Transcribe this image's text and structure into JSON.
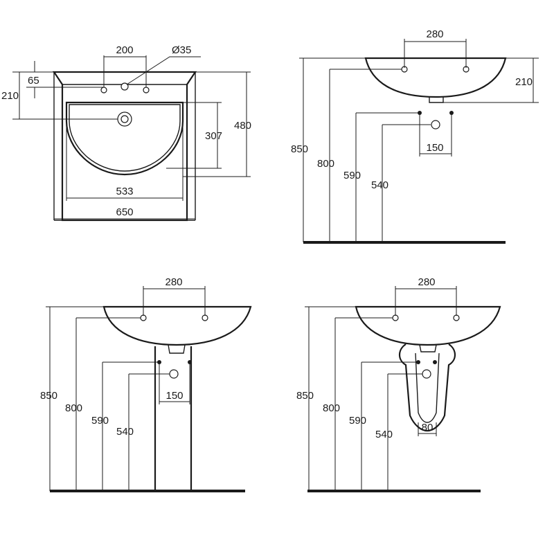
{
  "top_view": {
    "tap_spacing": "200",
    "hole_diameter": "Ø35",
    "rear_to_tap": "65",
    "rear_to_waste": "210",
    "bowl_depth": "307",
    "overall_depth": "480",
    "bowl_width": "533",
    "overall_width": "650"
  },
  "side_view": {
    "tap_spacing": "280",
    "basin_height": "210",
    "rim_height": "850",
    "mount_height": "800",
    "waste_height": "590",
    "trap_height": "540",
    "waste_spacing": "150"
  },
  "pedestal_view": {
    "tap_spacing": "280",
    "rim_height": "850",
    "mount_height": "800",
    "waste_height": "590",
    "trap_height": "540",
    "waste_spacing": "150"
  },
  "semi_pedestal_view": {
    "tap_spacing": "280",
    "rim_height": "850",
    "mount_height": "800",
    "waste_height": "590",
    "trap_height": "540",
    "pedestal_width": "80"
  }
}
